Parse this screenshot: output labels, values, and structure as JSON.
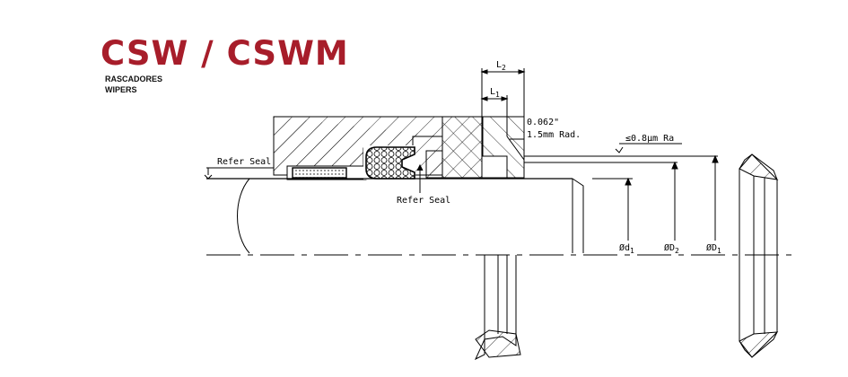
{
  "header": {
    "title": "CSW / CSWM",
    "subtitle_1": "RASCADORES",
    "subtitle_2": "WIPERS"
  },
  "labels": {
    "refer_seal_left": "Refer Seal",
    "refer_seal_bottom": "Refer Seal",
    "radius_in": "0.062\"",
    "radius_mm": "1.5mm Rad.",
    "roughness": "≤0.8μm Ra",
    "l1": "L",
    "l1_sub": "1",
    "l2": "L",
    "l2_sub": "2",
    "d1_small": "Ød",
    "d1_small_sub": "1",
    "d2": "ØD",
    "d2_sub": "2",
    "d1_big": "ØD",
    "d1_big_sub": "1"
  },
  "colors": {
    "title": "#a71d2a",
    "line": "#000000"
  }
}
